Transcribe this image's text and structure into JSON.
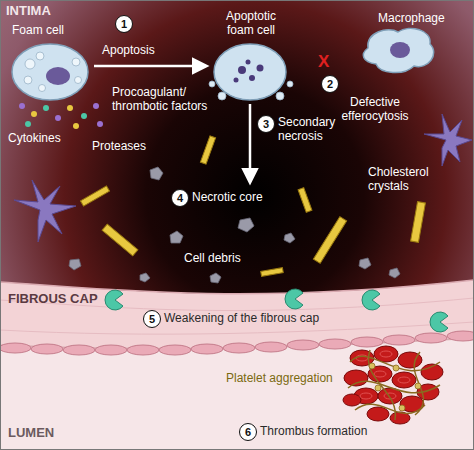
{
  "diagram": {
    "nodes": [
      {
        "text": [
          "1"
        ]
      },
      {
        "text": [
          "2"
        ]
      },
      {
        "text": [
          "3"
        ]
      },
      {
        "text": [
          "4"
        ]
      },
      {
        "text": [
          "5"
        ]
      },
      {
        "text": [
          "6"
        ]
      }
    ],
    "labels": [
      "INTIMA",
      "Foam cell",
      "Apoptosis",
      "Apoptotic foam cell",
      "Macrophage",
      "X",
      "Defective efferocytosis",
      "Procoagulant/ thrombotic factors",
      "Cytokines",
      "Proteases",
      "Secondary necrosis",
      "Necrotic core",
      "Cholesterol crystals",
      "Cell debris",
      "FIBROUS CAP",
      "Weakening of the fibrous cap",
      "Platelet aggregation",
      "LUMEN",
      "Thrombus formation"
    ]
  }
}
